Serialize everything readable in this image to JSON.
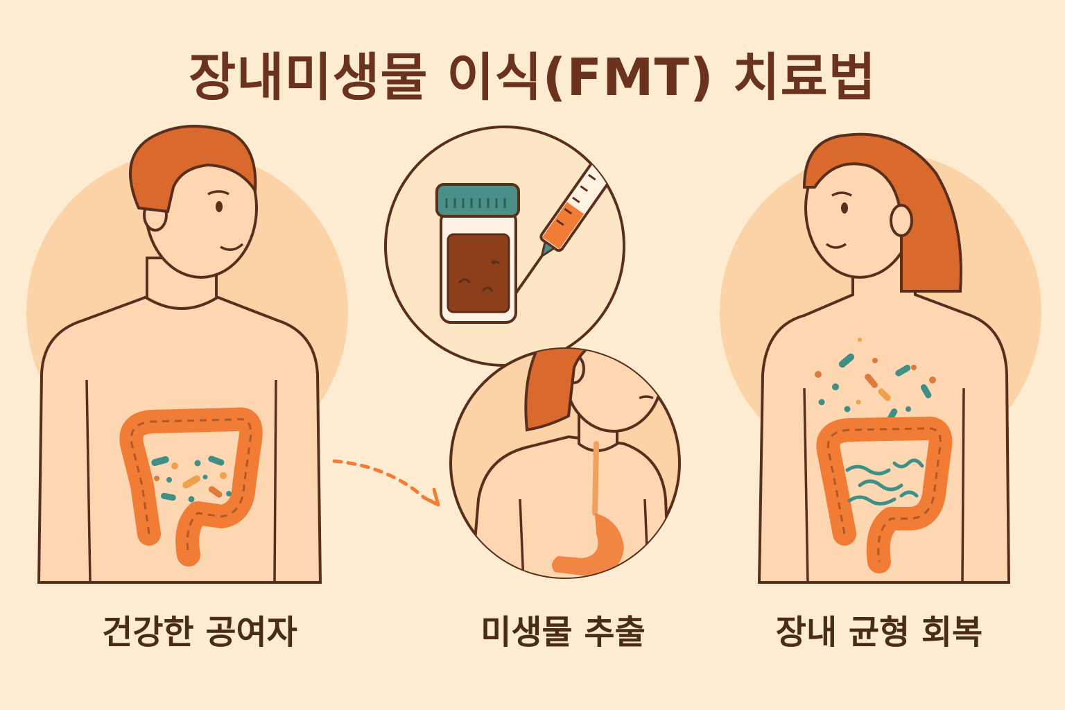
{
  "title": "장내미생물 이식(FMT) 치료법",
  "steps": [
    {
      "label": "건강한 공여자"
    },
    {
      "label": "미생물 추출"
    },
    {
      "label": "장내 균형 회복"
    }
  ],
  "colors": {
    "background": "#fdecd2",
    "skin": "#fbd2a8",
    "hair": "#d9692c",
    "colon": "#f07c36",
    "outline": "#5a2e1c",
    "microbe_teal": "#3f8f86",
    "jar_lid": "#4a8f88",
    "stool": "#8c3f1a"
  }
}
